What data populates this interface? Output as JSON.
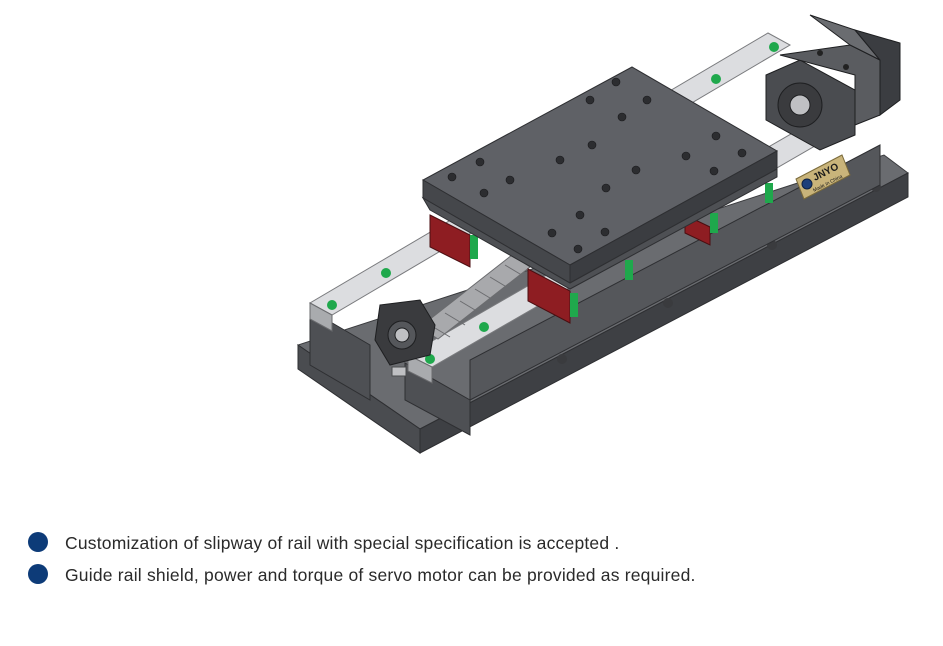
{
  "product": {
    "brand": "JNYO",
    "brand_subtext": "Made in China",
    "illustration_icon": "linear-slide-stage-illustration"
  },
  "colors": {
    "bullet": "#0d3b78",
    "body_gray": "#5a5c60",
    "rail_silver": "#d8d9dc",
    "block_red": "#8e1d22",
    "seal_green": "#1fa84c",
    "plate_gold": "#c9b47a"
  },
  "bullets": [
    {
      "text": "Customization of slipway of rail with special specification is accepted ."
    },
    {
      "text": "Guide rail shield, power and torque of servo motor can be provided as required."
    }
  ]
}
